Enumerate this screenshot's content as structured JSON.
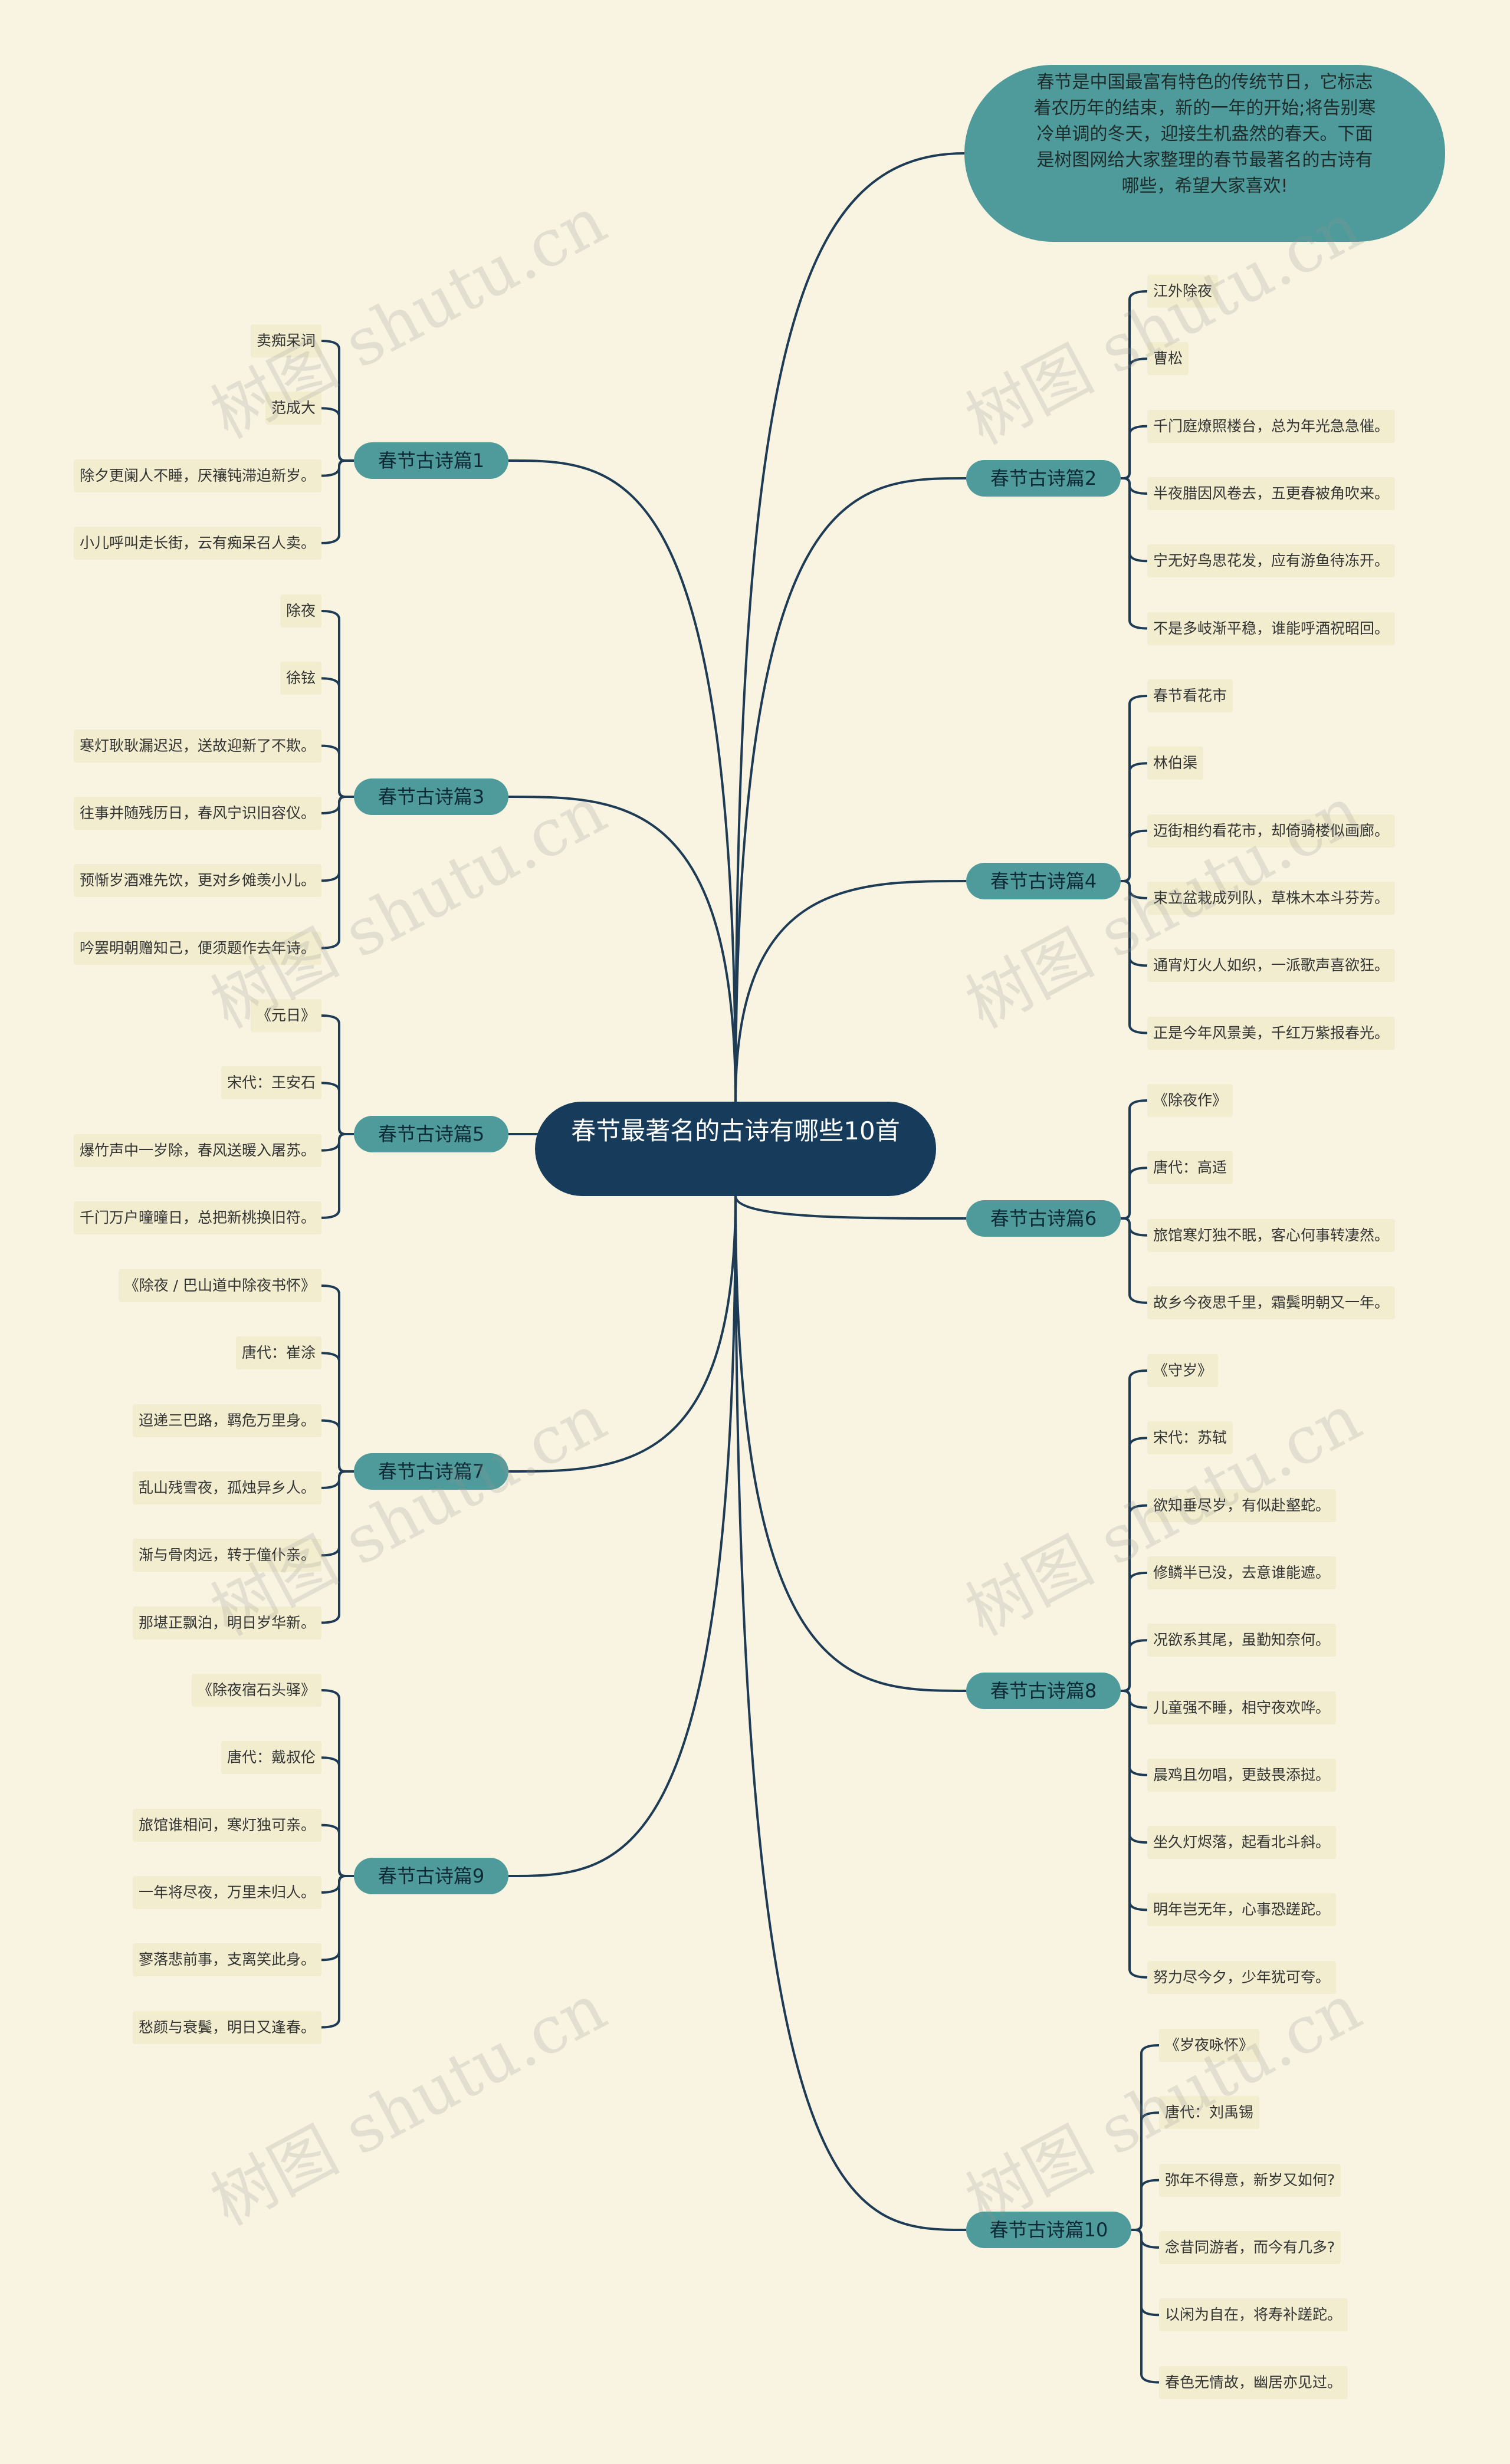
{
  "root": {
    "label": "春节最著名的古诗有哪些10首"
  },
  "intro": {
    "text": "春节是中国最富有特色的传统节日，它标志着农历年的结束，新的一年的开始;将告别寒冷单调的冬天，迎接生机盎然的春天。下面是树图网给大家整理的春节最著名的古诗有哪些，希望大家喜欢!"
  },
  "watermark": "树图 shutu.cn",
  "branches": [
    {
      "label": "春节古诗篇1",
      "side": "left",
      "leaves": [
        "卖痴呆词",
        "范成大",
        "除夕更阑人不睡，厌禳钝滞迫新岁。",
        "小儿呼叫走长街，云有痴呆召人卖。"
      ]
    },
    {
      "label": "春节古诗篇2",
      "side": "right",
      "leaves": [
        "江外除夜",
        "曹松",
        "千门庭燎照楼台，总为年光急急催。",
        "半夜腊因风卷去，五更春被角吹来。",
        "宁无好鸟思花发，应有游鱼待冻开。",
        "不是多岐渐平稳，谁能呼酒祝昭回。"
      ]
    },
    {
      "label": "春节古诗篇3",
      "side": "left",
      "leaves": [
        "除夜",
        "徐铉",
        "寒灯耿耿漏迟迟，送故迎新了不欺。",
        "往事并随残历日，春风宁识旧容仪。",
        "预惭岁酒难先饮，更对乡傩羡小儿。",
        "吟罢明朝赠知己，便须题作去年诗。"
      ]
    },
    {
      "label": "春节古诗篇4",
      "side": "right",
      "leaves": [
        "春节看花市",
        "林伯渠",
        "迈街相约看花市，却倚骑楼似画廊。",
        "束立盆栽成列队，草株木本斗芬芳。",
        "通宵灯火人如织，一派歌声喜欲狂。",
        "正是今年风景美，千红万紫报春光。"
      ]
    },
    {
      "label": "春节古诗篇5",
      "side": "left",
      "leaves": [
        "《元日》",
        "宋代：王安石",
        "爆竹声中一岁除，春风送暖入屠苏。",
        "千门万户曈曈日，总把新桃换旧符。"
      ]
    },
    {
      "label": "春节古诗篇6",
      "side": "right",
      "leaves": [
        "《除夜作》",
        "唐代：高适",
        "旅馆寒灯独不眠，客心何事转凄然。",
        "故乡今夜思千里，霜鬓明朝又一年。"
      ]
    },
    {
      "label": "春节古诗篇7",
      "side": "left",
      "leaves": [
        "《除夜 / 巴山道中除夜书怀》",
        "唐代：崔涂",
        "迢递三巴路，羁危万里身。",
        "乱山残雪夜，孤烛异乡人。",
        "渐与骨肉远，转于僮仆亲。",
        "那堪正飘泊，明日岁华新。"
      ]
    },
    {
      "label": "春节古诗篇8",
      "side": "right",
      "leaves": [
        "《守岁》",
        "宋代：苏轼",
        "欲知垂尽岁，有似赴壑蛇。",
        "修鳞半已没，去意谁能遮。",
        "况欲系其尾，虽勤知奈何。",
        "儿童强不睡，相守夜欢哗。",
        "晨鸡且勿唱，更鼓畏添挝。",
        "坐久灯烬落，起看北斗斜。",
        "明年岂无年，心事恐蹉跎。",
        "努力尽今夕，少年犹可夸。"
      ]
    },
    {
      "label": "春节古诗篇9",
      "side": "left",
      "leaves": [
        "《除夜宿石头驿》",
        "唐代：戴叔伦",
        "旅馆谁相问，寒灯独可亲。",
        "一年将尽夜，万里未归人。",
        "寥落悲前事，支离笑此身。",
        "愁颜与衰鬓，明日又逢春。"
      ]
    },
    {
      "label": "春节古诗篇10",
      "side": "right",
      "leaves": [
        "《岁夜咏怀》",
        "唐代：刘禹锡",
        "弥年不得意，新岁又如何?",
        "念昔同游者，而今有几多?",
        "以闲为自在，将寿补蹉跎。",
        "春色无情故，幽居亦见过。"
      ]
    }
  ]
}
